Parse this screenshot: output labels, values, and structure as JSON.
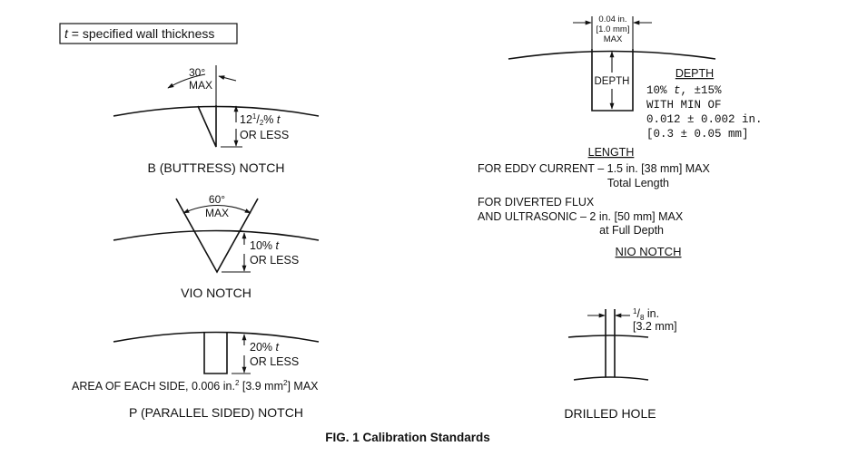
{
  "legend": {
    "t": "t",
    "rest": " = specified wall thickness"
  },
  "buttress": {
    "angle_val": "30°",
    "angle_max": "MAX",
    "depth_a": "12",
    "depth_sup": "1",
    "depth_sub": "2",
    "depth_b": "% ",
    "depth_t": "t",
    "depth_line2": "OR LESS",
    "caption": "B (BUTTRESS) NOTCH"
  },
  "vio": {
    "angle_val": "60°",
    "angle_max": "MAX",
    "depth_a": "10% ",
    "depth_t": "t",
    "depth_line2": "OR LESS",
    "caption": "VIO NOTCH"
  },
  "parallel": {
    "depth_a": "20% ",
    "depth_t": "t",
    "depth_line2": "OR LESS",
    "area_a": "AREA OF EACH SIDE, 0.006 in.",
    "area_sup1": "2",
    "area_b": " [3.9 mm",
    "area_sup2": "2",
    "area_c": "] MAX",
    "caption": "P (PARALLEL SIDED) NOTCH"
  },
  "nio": {
    "width_1": "0.04 in.",
    "width_2": "[1.0 mm]",
    "width_3": "MAX",
    "depth_inside": "DEPTH",
    "depth_head": "DEPTH",
    "depth_l1a": "10% ",
    "depth_l1t": "t",
    "depth_l1b": ", ±15%",
    "depth_l2": "WITH MIN OF",
    "depth_l3": "0.012 ± 0.002 in.",
    "depth_l4": "[0.3 ± 0.05 mm]",
    "length_head": "LENGTH",
    "eddy": "FOR EDDY CURRENT – 1.5 in. [38 mm] MAX",
    "eddy_sub": "Total Length",
    "flux_1": "FOR DIVERTED FLUX",
    "flux_2": "AND ULTRASONIC  –  2 in. [50 mm] MAX",
    "flux_sub": "at Full Depth",
    "caption": "NIO NOTCH"
  },
  "drilled": {
    "size_sup": "1",
    "size_sub": "8",
    "size_unit": " in.",
    "size_mm": "[3.2 mm]",
    "caption": "DRILLED HOLE"
  },
  "figure_caption": "FIG. 1  Calibration Standards"
}
